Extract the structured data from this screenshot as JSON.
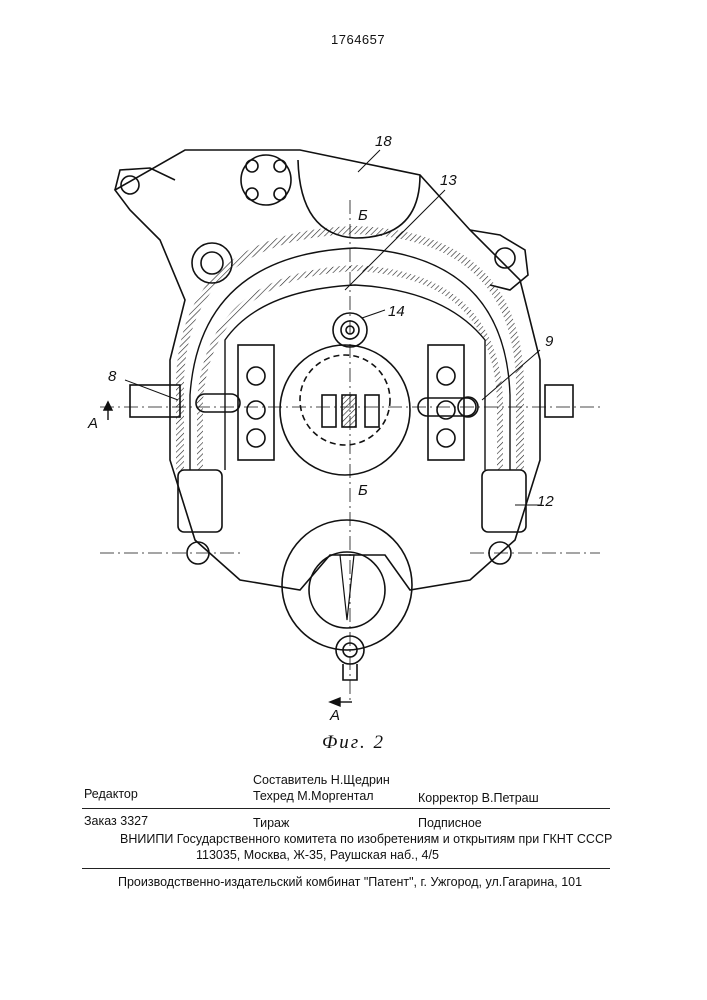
{
  "header": {
    "patent_number": "1764657"
  },
  "figure": {
    "caption": "Фиг. 2",
    "labels": {
      "l18": "18",
      "l13": "13",
      "l14": "14",
      "l9": "9",
      "l8": "8",
      "l12": "12",
      "b_top": "Б",
      "b_bottom": "Б",
      "a_left": "А",
      "a_bottom": "А"
    }
  },
  "imprint": {
    "editor_label": "Редактор",
    "compiler": "Составитель   Н.Щедрин",
    "techred": "Техред М.Моргентал",
    "corrector": "Корректор В.Петраш",
    "order": "Заказ  3327",
    "circulation": "Тираж",
    "subscription": "Подписное",
    "vniipi": "ВНИИПИ Государственного комитета по изобретениям и открытиям при ГКНТ СССР",
    "address": "113035, Москва, Ж-35, Раушская наб., 4/5",
    "publisher": "Производственно-издательский комбинат \"Патент\", г. Ужгород, ул.Гагарина, 101"
  }
}
